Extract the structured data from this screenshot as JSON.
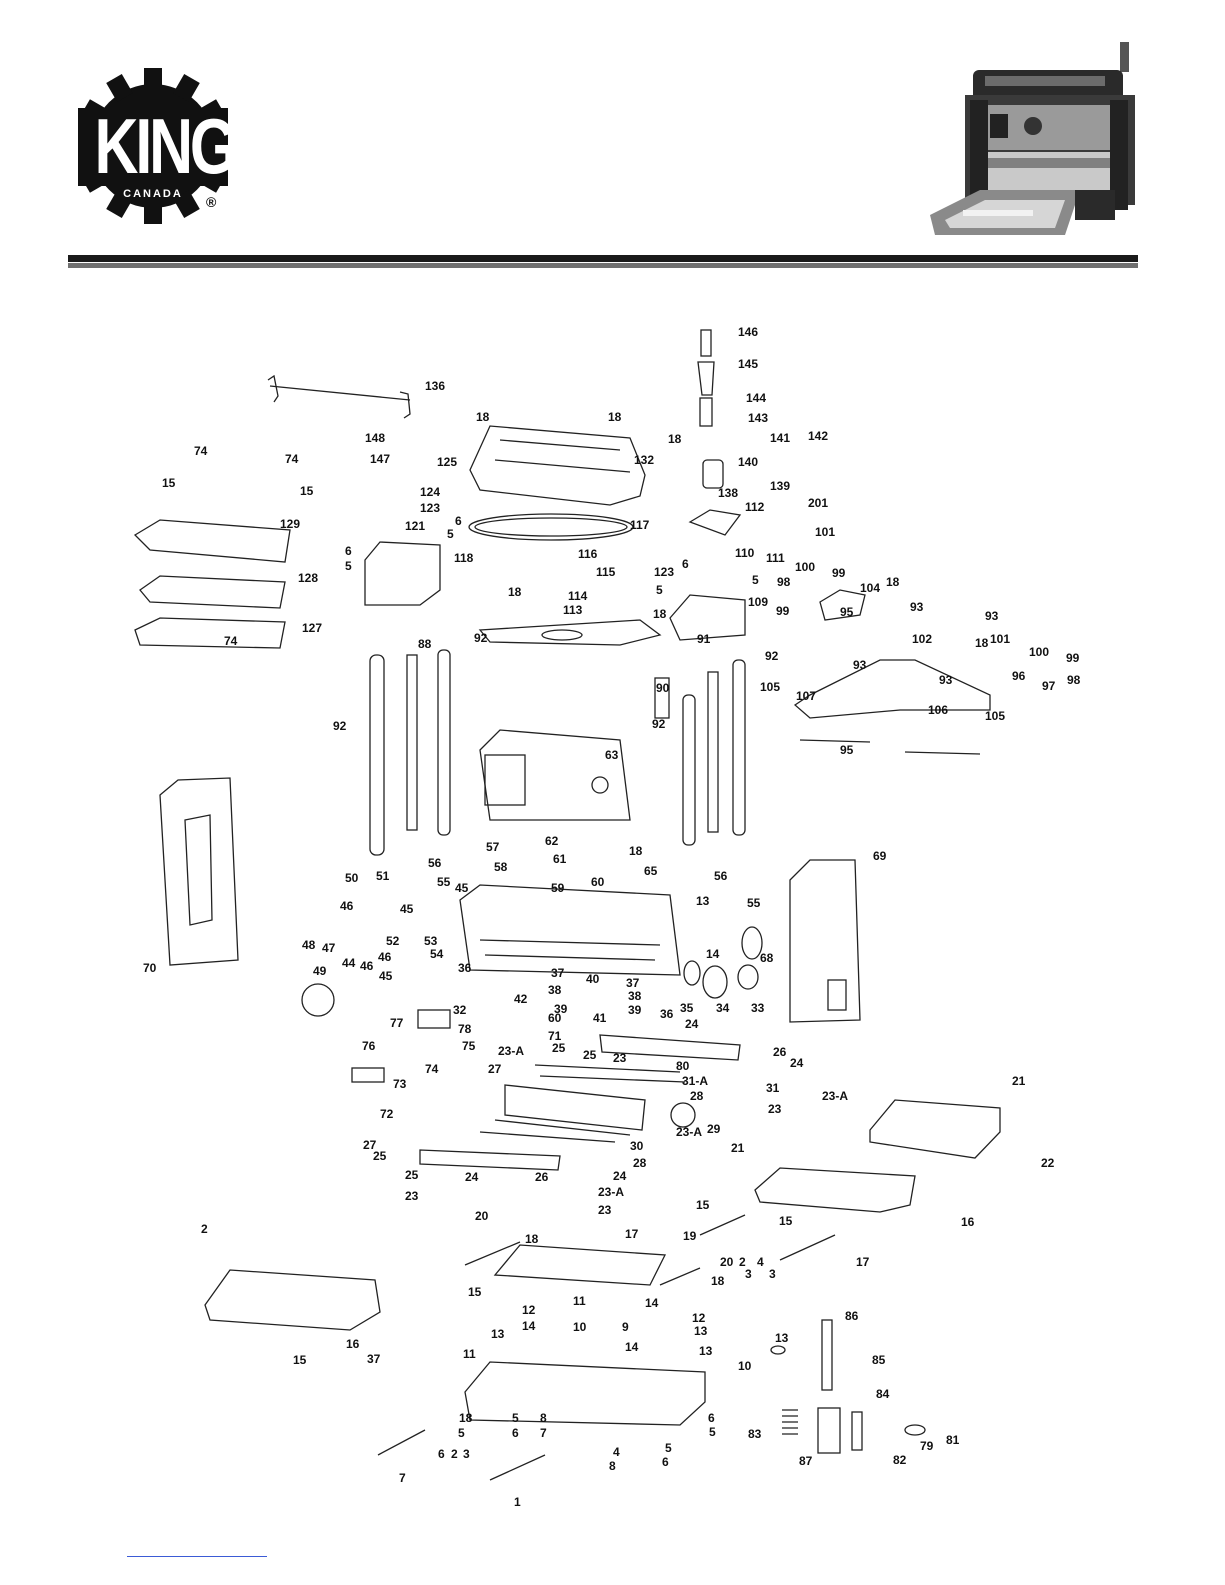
{
  "brand": {
    "name": "KING",
    "sub": "CANADA",
    "registered": "®"
  },
  "colors": {
    "rule": "#1a1a1a",
    "rule_secondary": "#707070",
    "logo": "#111111",
    "link_underline": "#3b5bd6"
  },
  "icons": {
    "logo": "gear-logo-icon",
    "product": "thickness-planer-photo"
  },
  "diagram": {
    "part_labels": [
      "146",
      "145",
      "144",
      "143",
      "140",
      "141",
      "142",
      "138",
      "139",
      "201",
      "136",
      "18",
      "18",
      "18",
      "132",
      "148",
      "147",
      "125",
      "74",
      "74",
      "15",
      "15",
      "124",
      "123",
      "121",
      "5",
      "6",
      "5",
      "6",
      "117",
      "112",
      "129",
      "128",
      "118",
      "127",
      "116",
      "115",
      "114",
      "18",
      "113",
      "18",
      "110",
      "111",
      "6",
      "123",
      "5",
      "5",
      "109",
      "101",
      "100",
      "99",
      "98",
      "104",
      "99",
      "95",
      "18",
      "93",
      "93",
      "102",
      "101",
      "100",
      "99",
      "18",
      "96",
      "97",
      "98",
      "74",
      "88",
      "92",
      "91",
      "90",
      "92",
      "92",
      "92",
      "93",
      "105",
      "107",
      "93",
      "95",
      "106",
      "105",
      "63",
      "62",
      "61",
      "18",
      "65",
      "69",
      "70",
      "57",
      "56",
      "58",
      "56",
      "55",
      "60",
      "59",
      "13",
      "14",
      "50",
      "51",
      "55",
      "45",
      "46",
      "46",
      "45",
      "52",
      "53",
      "54",
      "48",
      "47",
      "44",
      "46",
      "45",
      "49",
      "68",
      "36",
      "37",
      "40",
      "37",
      "38",
      "38",
      "39",
      "39",
      "42",
      "60",
      "41",
      "36",
      "35",
      "34",
      "33",
      "32",
      "78",
      "77",
      "75",
      "76",
      "74",
      "73",
      "72",
      "71",
      "25",
      "24",
      "26",
      "24",
      "25",
      "23",
      "23-A",
      "80",
      "27",
      "31-A",
      "28",
      "31",
      "23",
      "23-A",
      "29",
      "30",
      "28",
      "27",
      "25",
      "24",
      "26",
      "24",
      "25",
      "23",
      "23-A",
      "23",
      "23-A",
      "21",
      "22",
      "21",
      "15",
      "16",
      "15",
      "20",
      "18",
      "17",
      "19",
      "18",
      "17",
      "20",
      "2",
      "3",
      "4",
      "3",
      "2",
      "15",
      "16",
      "37",
      "15",
      "12",
      "11",
      "14",
      "10",
      "13",
      "14",
      "12",
      "13",
      "11",
      "13",
      "10",
      "9",
      "14",
      "13",
      "86",
      "85",
      "84",
      "83",
      "87",
      "79",
      "81",
      "82",
      "18",
      "5",
      "8",
      "5",
      "6",
      "7",
      "6",
      "5",
      "6",
      "2",
      "3",
      "4",
      "5",
      "8",
      "6",
      "7",
      "1",
      "1"
    ]
  }
}
